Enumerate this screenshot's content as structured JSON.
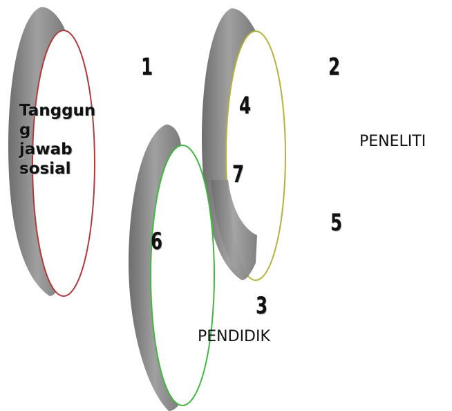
{
  "rings": [
    {
      "name": "ring-left",
      "edge_color": "#b03a3a",
      "band_color": "#8a8a8a"
    },
    {
      "name": "ring-right",
      "edge_color": "#b5b23a",
      "band_color": "#8a8a8a"
    },
    {
      "name": "ring-bottom",
      "edge_color": "#3fb83f",
      "band_color": "#8a8a8a"
    }
  ],
  "numbers": {
    "n1": "1",
    "n2": "2",
    "n3": "3",
    "n4": "4",
    "n5": "5",
    "n6": "6",
    "n7": "7"
  },
  "labels": {
    "tanggung_jawab_lines": [
      "Tanggun",
      "g",
      "jawab",
      "sosial"
    ],
    "peneliti": "PENELITI",
    "pendidik": "PENDIDIK"
  }
}
